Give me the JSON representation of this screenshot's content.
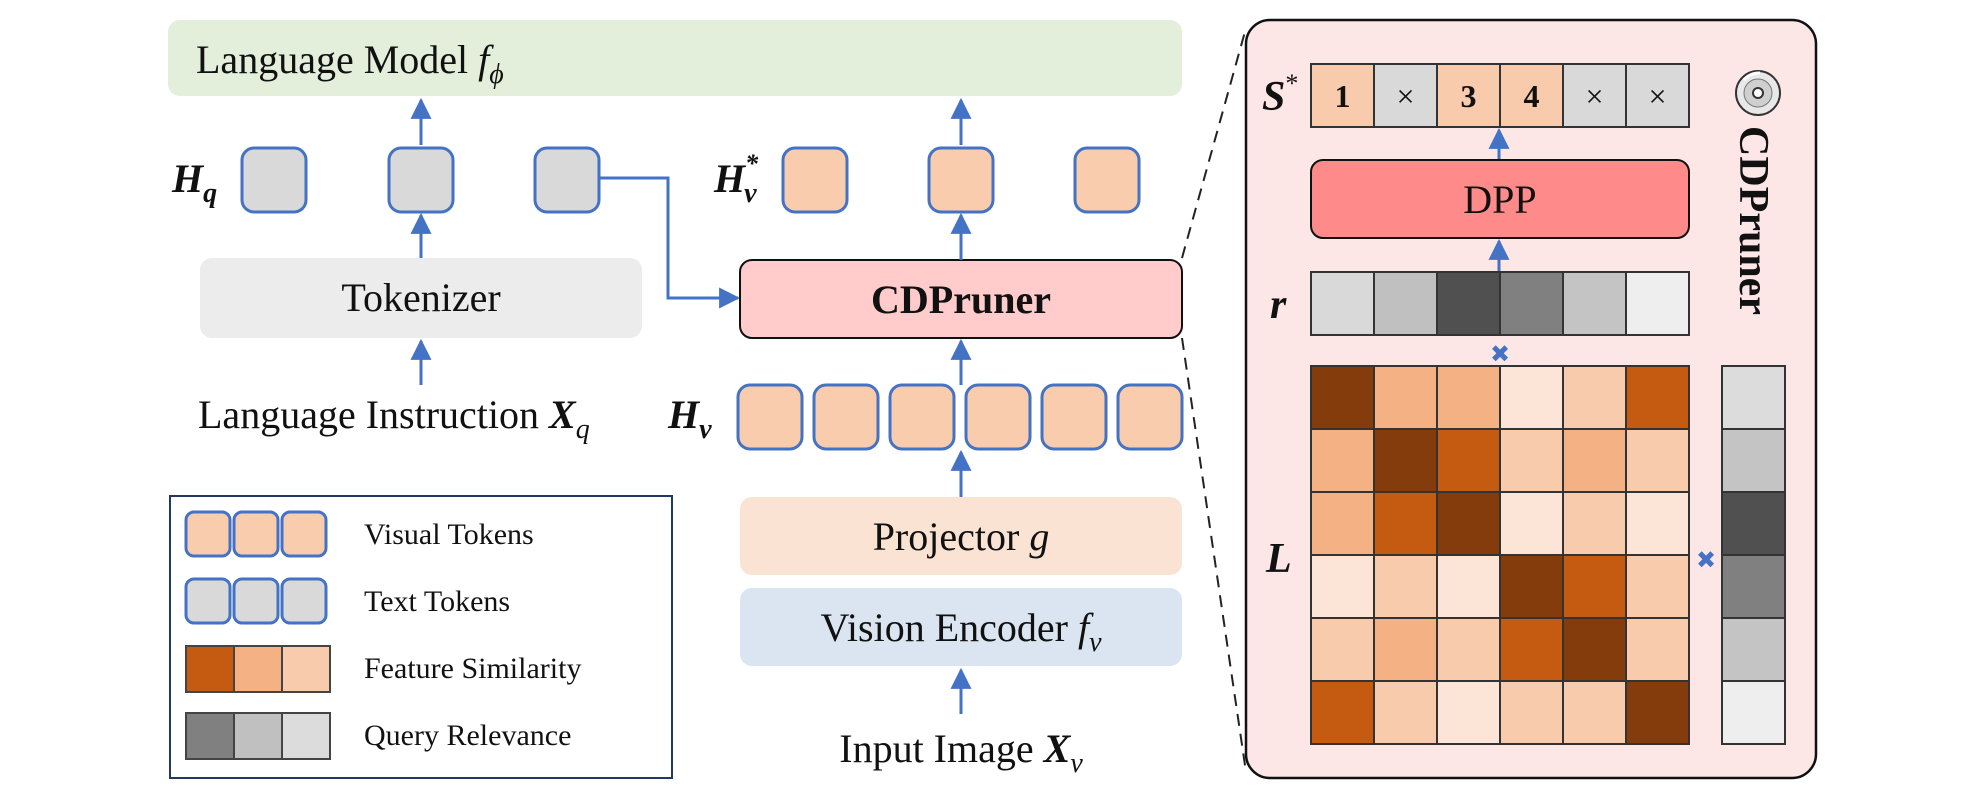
{
  "left": {
    "language_model": {
      "text": "Language Model ",
      "sym": "f",
      "sub": "ϕ",
      "color": "#e3eedb"
    },
    "hq_label": {
      "sym": "H",
      "sub": "q"
    },
    "hv_star_label": {
      "sym": "H",
      "sub": "v",
      "sup": "*"
    },
    "hv_label": {
      "sym": "H",
      "sub": "v"
    },
    "tokenizer": {
      "text": "Tokenizer",
      "color": "#ececec"
    },
    "cdpruner": {
      "text": "CDPruner",
      "color": "#ffcccb"
    },
    "language_instruction": {
      "text": "Language Instruction ",
      "sym": "X",
      "sub": "q"
    },
    "projector": {
      "text": "Projector ",
      "sym": "g",
      "color": "#fbe3d4"
    },
    "vision_encoder": {
      "text": "Vision Encoder ",
      "sym": "f",
      "sub": "v",
      "color": "#dbe5f1"
    },
    "input_image": {
      "text": "Input Image ",
      "sym": "X",
      "sub": "v"
    }
  },
  "legend": {
    "items": [
      {
        "label": "Visual Tokens",
        "colors": [
          "#f9ccae",
          "#f9ccae",
          "#f9ccae"
        ],
        "rounded": true,
        "border": "#4472c4"
      },
      {
        "label": "Text Tokens",
        "colors": [
          "#d9d9d9",
          "#d9d9d9",
          "#d9d9d9"
        ],
        "rounded": true,
        "border": "#4472c4"
      },
      {
        "label": "Feature Similarity",
        "colors": [
          "#c55a11",
          "#f4b183",
          "#f8cbad"
        ],
        "rounded": false,
        "border": "#444444"
      },
      {
        "label": "Query Relevance",
        "colors": [
          "#808080",
          "#c0c0c0",
          "#dcdcdc"
        ],
        "rounded": false,
        "border": "#444444"
      }
    ]
  },
  "panel": {
    "title": "CDPruner",
    "bg": "#fde6e6",
    "s_label": {
      "sym": "S",
      "sup": "*"
    },
    "s_cells": [
      {
        "text": "1",
        "color": "#f8cbad"
      },
      {
        "text": "×",
        "color": "#d9d9d9"
      },
      {
        "text": "3",
        "color": "#f8cbad"
      },
      {
        "text": "4",
        "color": "#f8cbad"
      },
      {
        "text": "×",
        "color": "#d9d9d9"
      },
      {
        "text": "×",
        "color": "#d9d9d9"
      }
    ],
    "dpp": {
      "text": "DPP",
      "color": "#ff8a8a"
    },
    "r_label": "r",
    "r_colors": [
      "#d9d9d9",
      "#c0c0c0",
      "#505050",
      "#808080",
      "#c4c4c4",
      "#eeeeee"
    ],
    "l_label": "L",
    "l_matrix": [
      [
        "#843c0c",
        "#f4b183",
        "#f4b183",
        "#fce4d6",
        "#f8cbad",
        "#c55a11"
      ],
      [
        "#f4b183",
        "#843c0c",
        "#c55a11",
        "#f8cbad",
        "#f4b183",
        "#f8cbad"
      ],
      [
        "#f4b183",
        "#c55a11",
        "#843c0c",
        "#fce4d6",
        "#f8cbad",
        "#fce4d6"
      ],
      [
        "#fce4d6",
        "#f8cbad",
        "#fce4d6",
        "#843c0c",
        "#c55a11",
        "#f8cbad"
      ],
      [
        "#f8cbad",
        "#f4b183",
        "#f8cbad",
        "#c55a11",
        "#843c0c",
        "#f8cbad"
      ],
      [
        "#c55a11",
        "#f8cbad",
        "#fce4d6",
        "#f8cbad",
        "#f8cbad",
        "#843c0c"
      ]
    ],
    "q_colors": [
      "#dcdcdc",
      "#c4c4c4",
      "#505050",
      "#808080",
      "#c4c4c4",
      "#eeeeee"
    ],
    "multiply": "✖"
  },
  "colors": {
    "arrow": "#4472c4",
    "token_border": "#4472c4",
    "visual_token": "#f9ccae",
    "text_token": "#d9d9d9"
  }
}
